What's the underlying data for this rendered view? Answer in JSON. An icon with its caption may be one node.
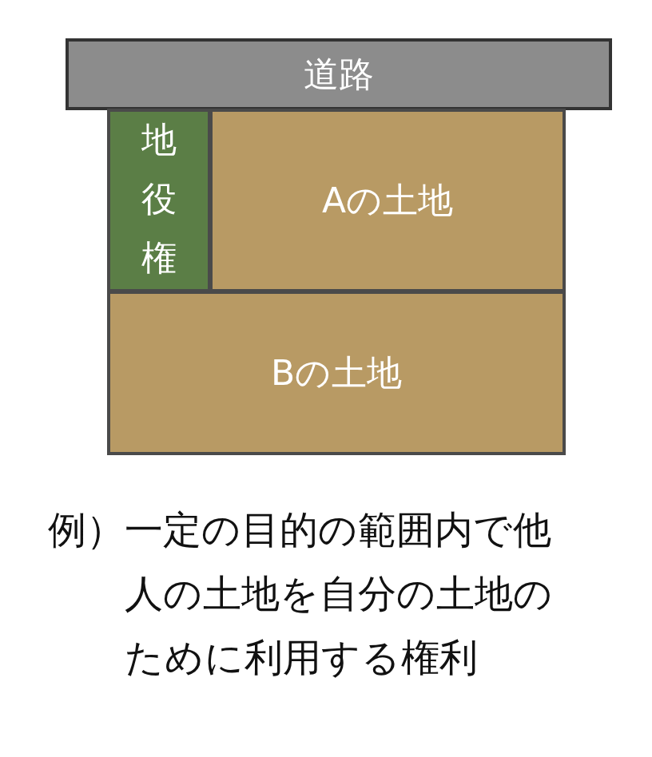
{
  "diagram": {
    "nodes": [
      {
        "text": [
          "道路"
        ]
      },
      {
        "text": [
          "地役権"
        ]
      },
      {
        "text": [
          "Aの土地"
        ]
      },
      {
        "text": [
          "Bの土地"
        ]
      }
    ],
    "caption": "例）一定の目的の範囲内で他人の土地を自分の土地のために利用する権利"
  }
}
